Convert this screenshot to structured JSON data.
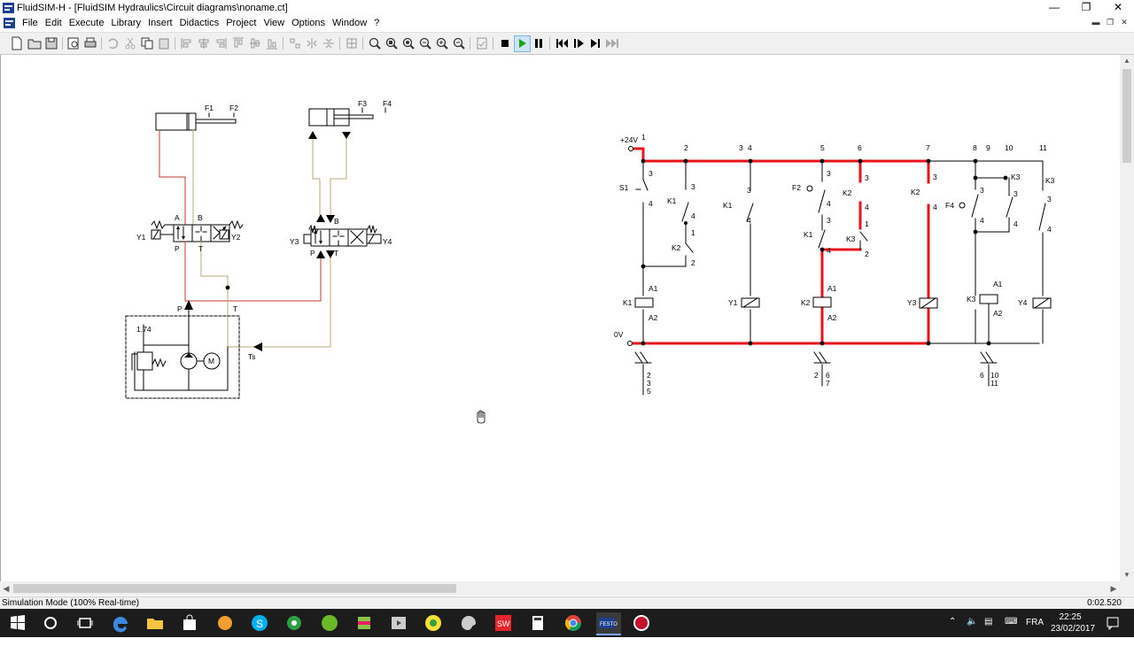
{
  "window": {
    "title": "FluidSIM-H - [FluidSIM Hydraulics\\Circuit diagrams\\noname.ct]",
    "minimize_glyph": "—",
    "maximize_glyph": "❐",
    "close_glyph": "✕"
  },
  "menu": {
    "items": [
      "File",
      "Edit",
      "Execute",
      "Library",
      "Insert",
      "Didactics",
      "Project",
      "View",
      "Options",
      "Window",
      "?"
    ]
  },
  "hydraulic": {
    "labels": {
      "f1": "F1",
      "f2": "F2",
      "f3": "F3",
      "f4": "F4",
      "a1": "A",
      "b1": "B",
      "p1": "P",
      "t1": "T",
      "y1": "Y1",
      "y2": "Y2",
      "b2": "B",
      "p2": "P",
      "t2": "T",
      "y3": "Y3",
      "y4": "Y4",
      "pu_p": "P",
      "pu_t": "T",
      "pressure": "1.74",
      "ts": "Ts",
      "motor": "M"
    }
  },
  "electrical": {
    "rails": {
      "plus": "+24V",
      "zero": "0V"
    },
    "path_numbers": [
      "1",
      "2",
      "3",
      "4",
      "5",
      "6",
      "7",
      "8",
      "9",
      "10",
      "11"
    ],
    "labels": {
      "s1": "S1",
      "k1a": "K1",
      "k2a": "K2",
      "k1b": "K1",
      "f2": "F2",
      "k2b": "K2",
      "k1c": "K1",
      "k3a": "K3",
      "k2c": "K2",
      "k3b": "K3",
      "f4": "F4",
      "k3c": "K3",
      "k1coil": "K1",
      "y1coil": "Y1",
      "k2coil": "K2",
      "y3coil": "Y3",
      "k3coil": "K3",
      "y4coil": "Y4",
      "a1": "A1",
      "a2": "A2",
      "t3": "3",
      "t4": "4",
      "t1": "1",
      "t2": "2"
    },
    "contact_tables": [
      {
        "lines": [
          "2",
          "3",
          "5"
        ]
      },
      {
        "lines": [
          "2",
          "6",
          "7"
        ]
      },
      {
        "lines": [
          "6",
          "10",
          "11"
        ]
      }
    ]
  },
  "status": {
    "mode": "Simulation Mode (100% Real-time)",
    "time": "0:02.520"
  },
  "taskbar": {
    "language": "FRA",
    "time": "22:25",
    "date": "23/02/2017"
  },
  "colors": {
    "active_wire": "#e8141b",
    "pressure_line": "#c0392b",
    "tank_line": "#b8a878",
    "taskbar": "#1c1c1c"
  }
}
